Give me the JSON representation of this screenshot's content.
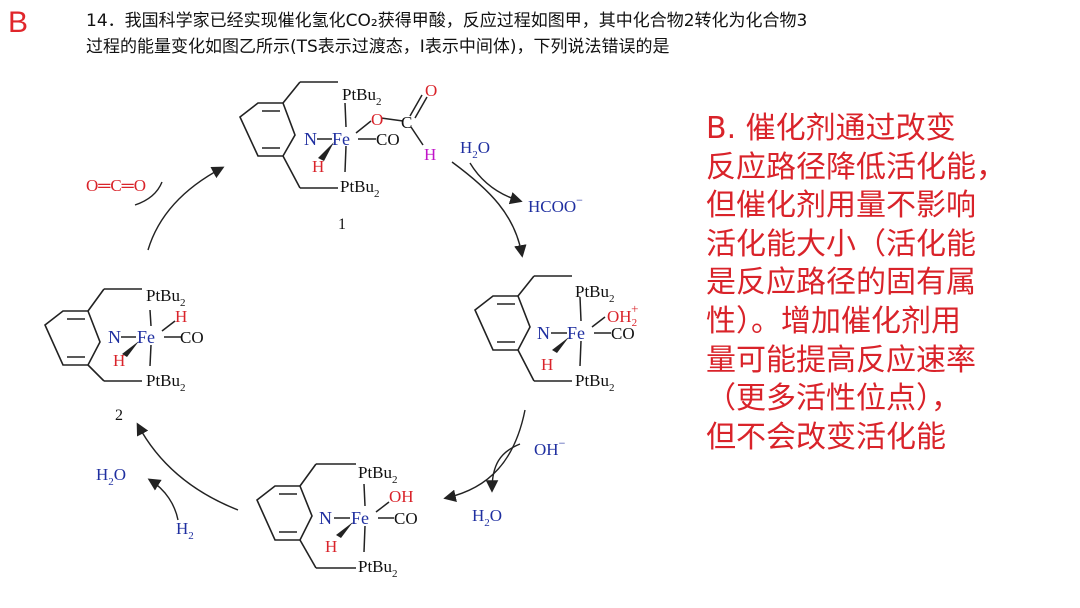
{
  "option_letter": "B",
  "question": {
    "lines": [
      "14．我国科学家已经实现催化氢化CO₂获得甲酸，反应过程如图甲，其中化合物2转化为化合物3",
      "过程的能量变化如图乙所示(TS表示过渡态，I表示中间体)，下列说法错误的是"
    ]
  },
  "answer": {
    "lines": [
      "B. 催化剂通过改变",
      "反应路径降低活化能，",
      "但催化剂用量不影响",
      "活化能大小（活化能",
      "是反应路径的固有属",
      "性）。增加催化剂用",
      "量可能提高反应速率",
      "（更多活性位点），",
      "但不会改变活化能"
    ]
  },
  "diagram": {
    "ligand_top": "PtBu",
    "ligand_bottom": "PtBu",
    "subscript_2": "2",
    "metal": "Fe",
    "n_atom": "N",
    "h_atom": "H",
    "co": "CO",
    "formate_o": "O",
    "formate_c": "C",
    "formate_dbl_o": "O",
    "formate_h": "H",
    "oh2_ligand": "OH",
    "oh2_charge": "+",
    "oh_ligand": "OH",
    "label_1": "1",
    "label_2": "2",
    "co2": "O═C═O",
    "water_in": "H",
    "water_o": "O",
    "hcoo": "HCOO",
    "hcoo_charge": "−",
    "hydroxide": "OH",
    "hydroxide_charge": "−",
    "water_out": "H",
    "h2": "H"
  },
  "colors": {
    "option_letter": "#e0262b",
    "answer_text": "#d9232a",
    "blue_atoms": "#1f2fa0",
    "red_atoms": "#d9232a",
    "magenta_h": "#c014c8"
  }
}
